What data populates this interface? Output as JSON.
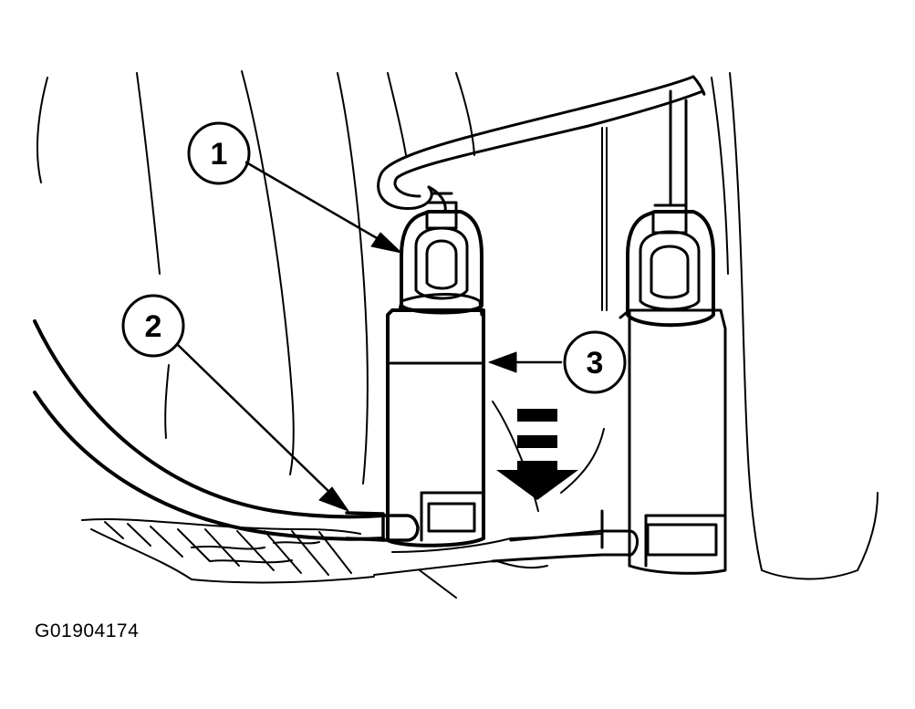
{
  "figure": {
    "id_label": "G01904174",
    "ink_color": "#000000",
    "paper_color": "#ffffff"
  },
  "callouts": [
    {
      "number": "1"
    },
    {
      "number": "2"
    },
    {
      "number": "3"
    }
  ]
}
